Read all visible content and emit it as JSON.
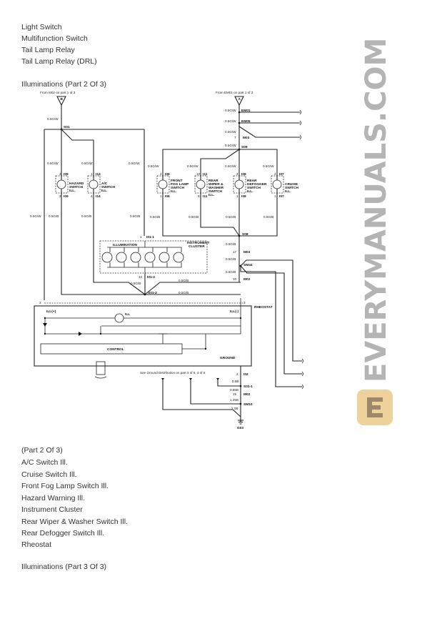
{
  "top_lines": [
    "Light Switch",
    "Multifunction Switch",
    "Tail Lamp Relay",
    "Tail Lamp Relay (DRL)"
  ],
  "diagram_title": "Illuminations (Part 2 Of 3)",
  "diagram": {
    "from_b": "From M02 on part 1 of 3",
    "from_a": "From EM01 on part 1 of 3",
    "conn_b": "B",
    "conn_a": "A",
    "w_gw": "0.5G/W",
    "w_gb": "0.5G/B",
    "s01": "S01",
    "em01": "EM01",
    "em05": "EM05",
    "m03": "M03",
    "s09": "S09",
    "s08": "S08",
    "sm44": "SM44",
    "m02": "M02",
    "i01_1": "I01-1",
    "i01_2": "I01-2",
    "s01_2": "S01-2",
    "hazard": [
      "HAZARD",
      "SWITCH",
      "ILL."
    ],
    "ac": [
      "A/C",
      "SWITCH",
      "ILL."
    ],
    "fog": [
      "FRONT",
      "FOG LAMP",
      "SWITCH",
      "ILL."
    ],
    "wiper": [
      "REAR",
      "WIPER &",
      "WASHER",
      "SWITCH",
      "ILL."
    ],
    "defog": [
      "REAR",
      "DEFOGGER",
      "SWITCH",
      "ILL."
    ],
    "cruise": [
      "CRUISE",
      "SWITCH",
      "ILL."
    ],
    "pins": {
      "i09": "I09",
      "i14": "I14",
      "i06": "I06",
      "i11": "I11",
      "i08": "I08",
      "i07": "I07"
    },
    "illumination": "ILLUMINATION",
    "instrument_cluster": [
      "INSTRUMENT",
      "CLUSTER"
    ],
    "rheostat": "RHEOSTAT",
    "ill_plus": "ILL(+)",
    "ill_minus": "ILL(-)",
    "ill": "ILL",
    "control": "CONTROL",
    "ground": "GROUND",
    "ground_note": "See Ground Distribution on part 3 of 6, 4 of 6",
    "i02": "I02",
    "s01_1": "S01-1",
    "m02b": "M02",
    "sm10": "SM10",
    "g03": "G03",
    "w_05b": "0.5B",
    "w_085b": "0.85B",
    "w_125b": "1.25B",
    "w_20b": "2.0B",
    "nums": {
      "n1": "1",
      "n2": "2",
      "n3": "3",
      "n4": "4",
      "n5": "5",
      "n7": "7",
      "n10": "10",
      "n15": "15",
      "n17": "17"
    }
  },
  "watermark": "EVERYMANUALS.COM",
  "bottom_lines": [
    "(Part 2 Of 3)",
    "A/C Switch Ill.",
    "Cruise Switch Ill.",
    "Front Fog Lamp Switch Ill.",
    "Hazard Warning Ill.",
    "Instrument Cluster",
    "Rear Wiper & Washer Switch Ill.",
    "Rear Defogger Switch Ill.",
    "Rheostat"
  ],
  "next_title": "Illuminations (Part 3 Of 3)"
}
